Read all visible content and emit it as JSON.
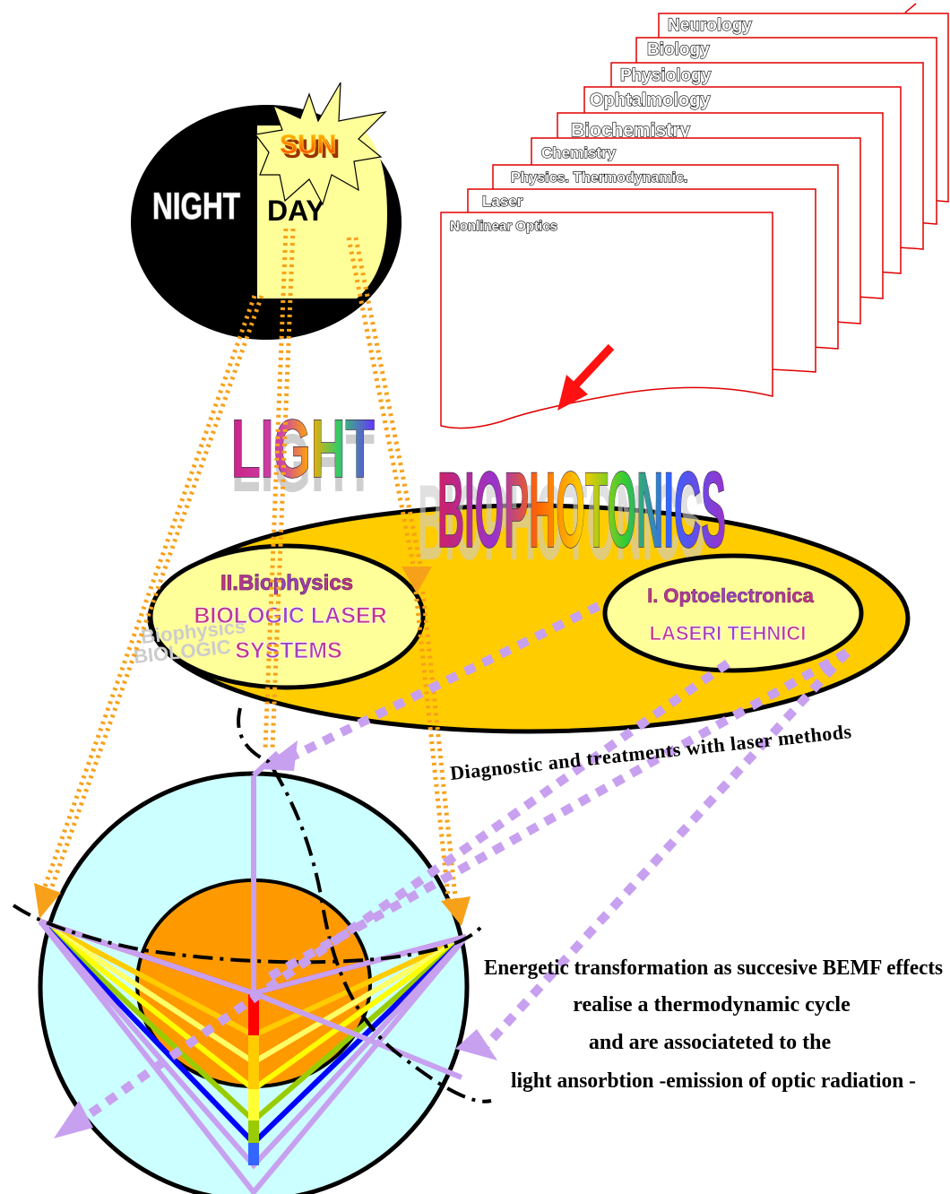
{
  "night_day": {
    "night_label": "NIGHT",
    "day_label": "DAY",
    "sun_label": "SUN"
  },
  "cards": [
    "Neurology",
    "Biology",
    "Physiology",
    "Ophtalmology",
    "Biochemistry",
    "Chemistry",
    "Physics. Thermodynamic.",
    "Laser",
    "Nonlinear Optics"
  ],
  "titles": {
    "light": "LIGHT",
    "biophotonics": "BIOPHOTONICS"
  },
  "left_ellipse": {
    "heading": "II.Biophysics",
    "line1": "BIOLOGIC LASER",
    "line2": "SYSTEMS",
    "shadow1": "Biophysics",
    "shadow2": "BIOLOGIC"
  },
  "right_ellipse": {
    "heading": "I. Optoelectronica",
    "line1": "LASERI TEHNICI"
  },
  "diagnostic_text": "Diagnostic and treatments with laser methods",
  "energetic_text": [
    "Energetic transformation as succesive BEMF effects",
    "realise a thermodynamic cycle",
    "and are associateted to the",
    "light ansorbtion -emission of optic radiation  -"
  ],
  "colors": {
    "orange_arrow": "#f7a11a",
    "lilac_arrow": "#c8a0f0",
    "gold_ellipse": "#ffcc00",
    "pale_yellow": "#ffff99",
    "cyan_circle": "#ccffff",
    "orange_core": "#ff9900",
    "card_border": "#e00000"
  }
}
